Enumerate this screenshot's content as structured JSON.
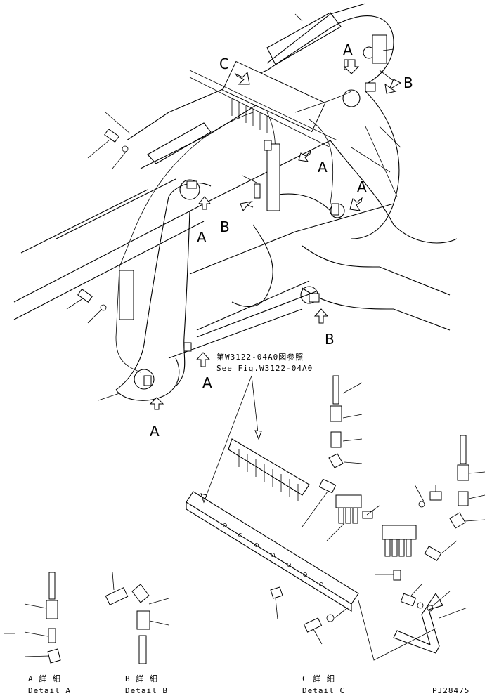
{
  "callouts": {
    "top_a": "A",
    "top_b": "B",
    "top_c": "C",
    "mid_a1": "A",
    "mid_a2": "A",
    "left_a": "A",
    "left_b": "B",
    "low_b": "B",
    "low_a1": "A",
    "low_a2": "A"
  },
  "reference": {
    "line1": "第W3122-04A0図参照",
    "line2": "See Fig.W3122-04A0"
  },
  "details": [
    {
      "jp": "A 詳 細",
      "en": "Detail A"
    },
    {
      "jp": "B 詳 細",
      "en": "Detail B"
    },
    {
      "jp": "C 詳 細",
      "en": "Detail C"
    }
  ],
  "drawing_number": "PJ28475"
}
